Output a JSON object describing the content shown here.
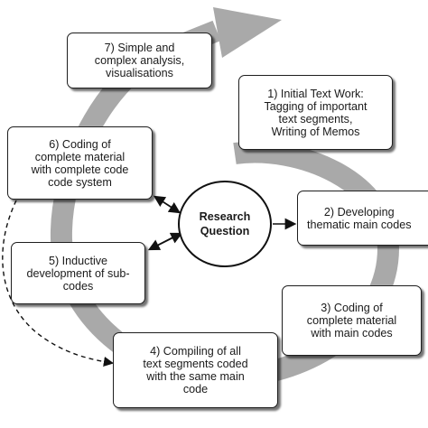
{
  "diagram": {
    "center": "Research\nQuestion",
    "steps": [
      "1) Initial Text Work:\nTagging of important\ntext segments,\nWriting of Memos",
      "2) Developing\nthematic main codes",
      "3) Coding of\ncomplete material\nwith main codes",
      "4) Compiling of all\ntext segments coded\nwith the same main\ncode",
      "5) Inductive\ndevelopment of sub-\ncodes",
      "6) Coding of\ncomplete material\nwith complete code\ncode system",
      "7) Simple and\ncomplex analysis,\nvisualisations"
    ]
  },
  "colors": {
    "cycle_arrow": "#a9a9a9",
    "box_border": "#1e1e1e",
    "connector": "#111111"
  }
}
